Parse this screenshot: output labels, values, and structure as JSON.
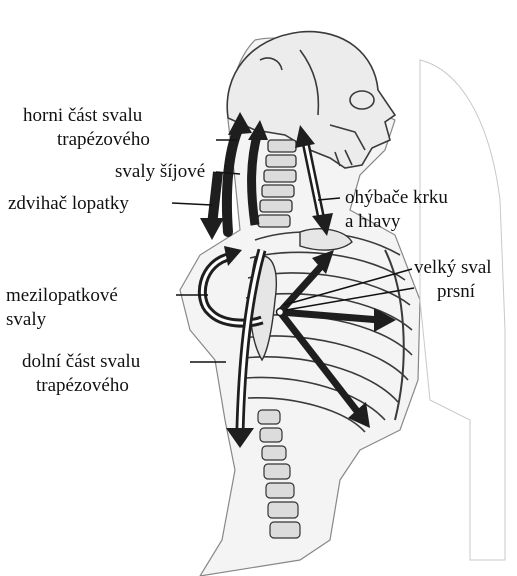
{
  "labels": {
    "upper_trapezius": [
      "horni část svalu",
      "trapézového"
    ],
    "neck_muscles": "svaly šíjové",
    "levator_scapulae": "zdvihač lopatky",
    "neck_flexors": [
      "ohýbače krku",
      "a hlavy"
    ],
    "interscapular": [
      "mezilopatkové",
      "svaly"
    ],
    "pectoralis_major": [
      "velký sval",
      "prsní"
    ],
    "lower_trapezius": [
      "dolní část svalu",
      "trapézového"
    ]
  },
  "colors": {
    "ink": "#111111",
    "arrow_dark": "#1e1e1e",
    "arrow_light": "#ffffff",
    "bone_line": "#3a3a3a",
    "body_fill": "#f4f4f4"
  }
}
